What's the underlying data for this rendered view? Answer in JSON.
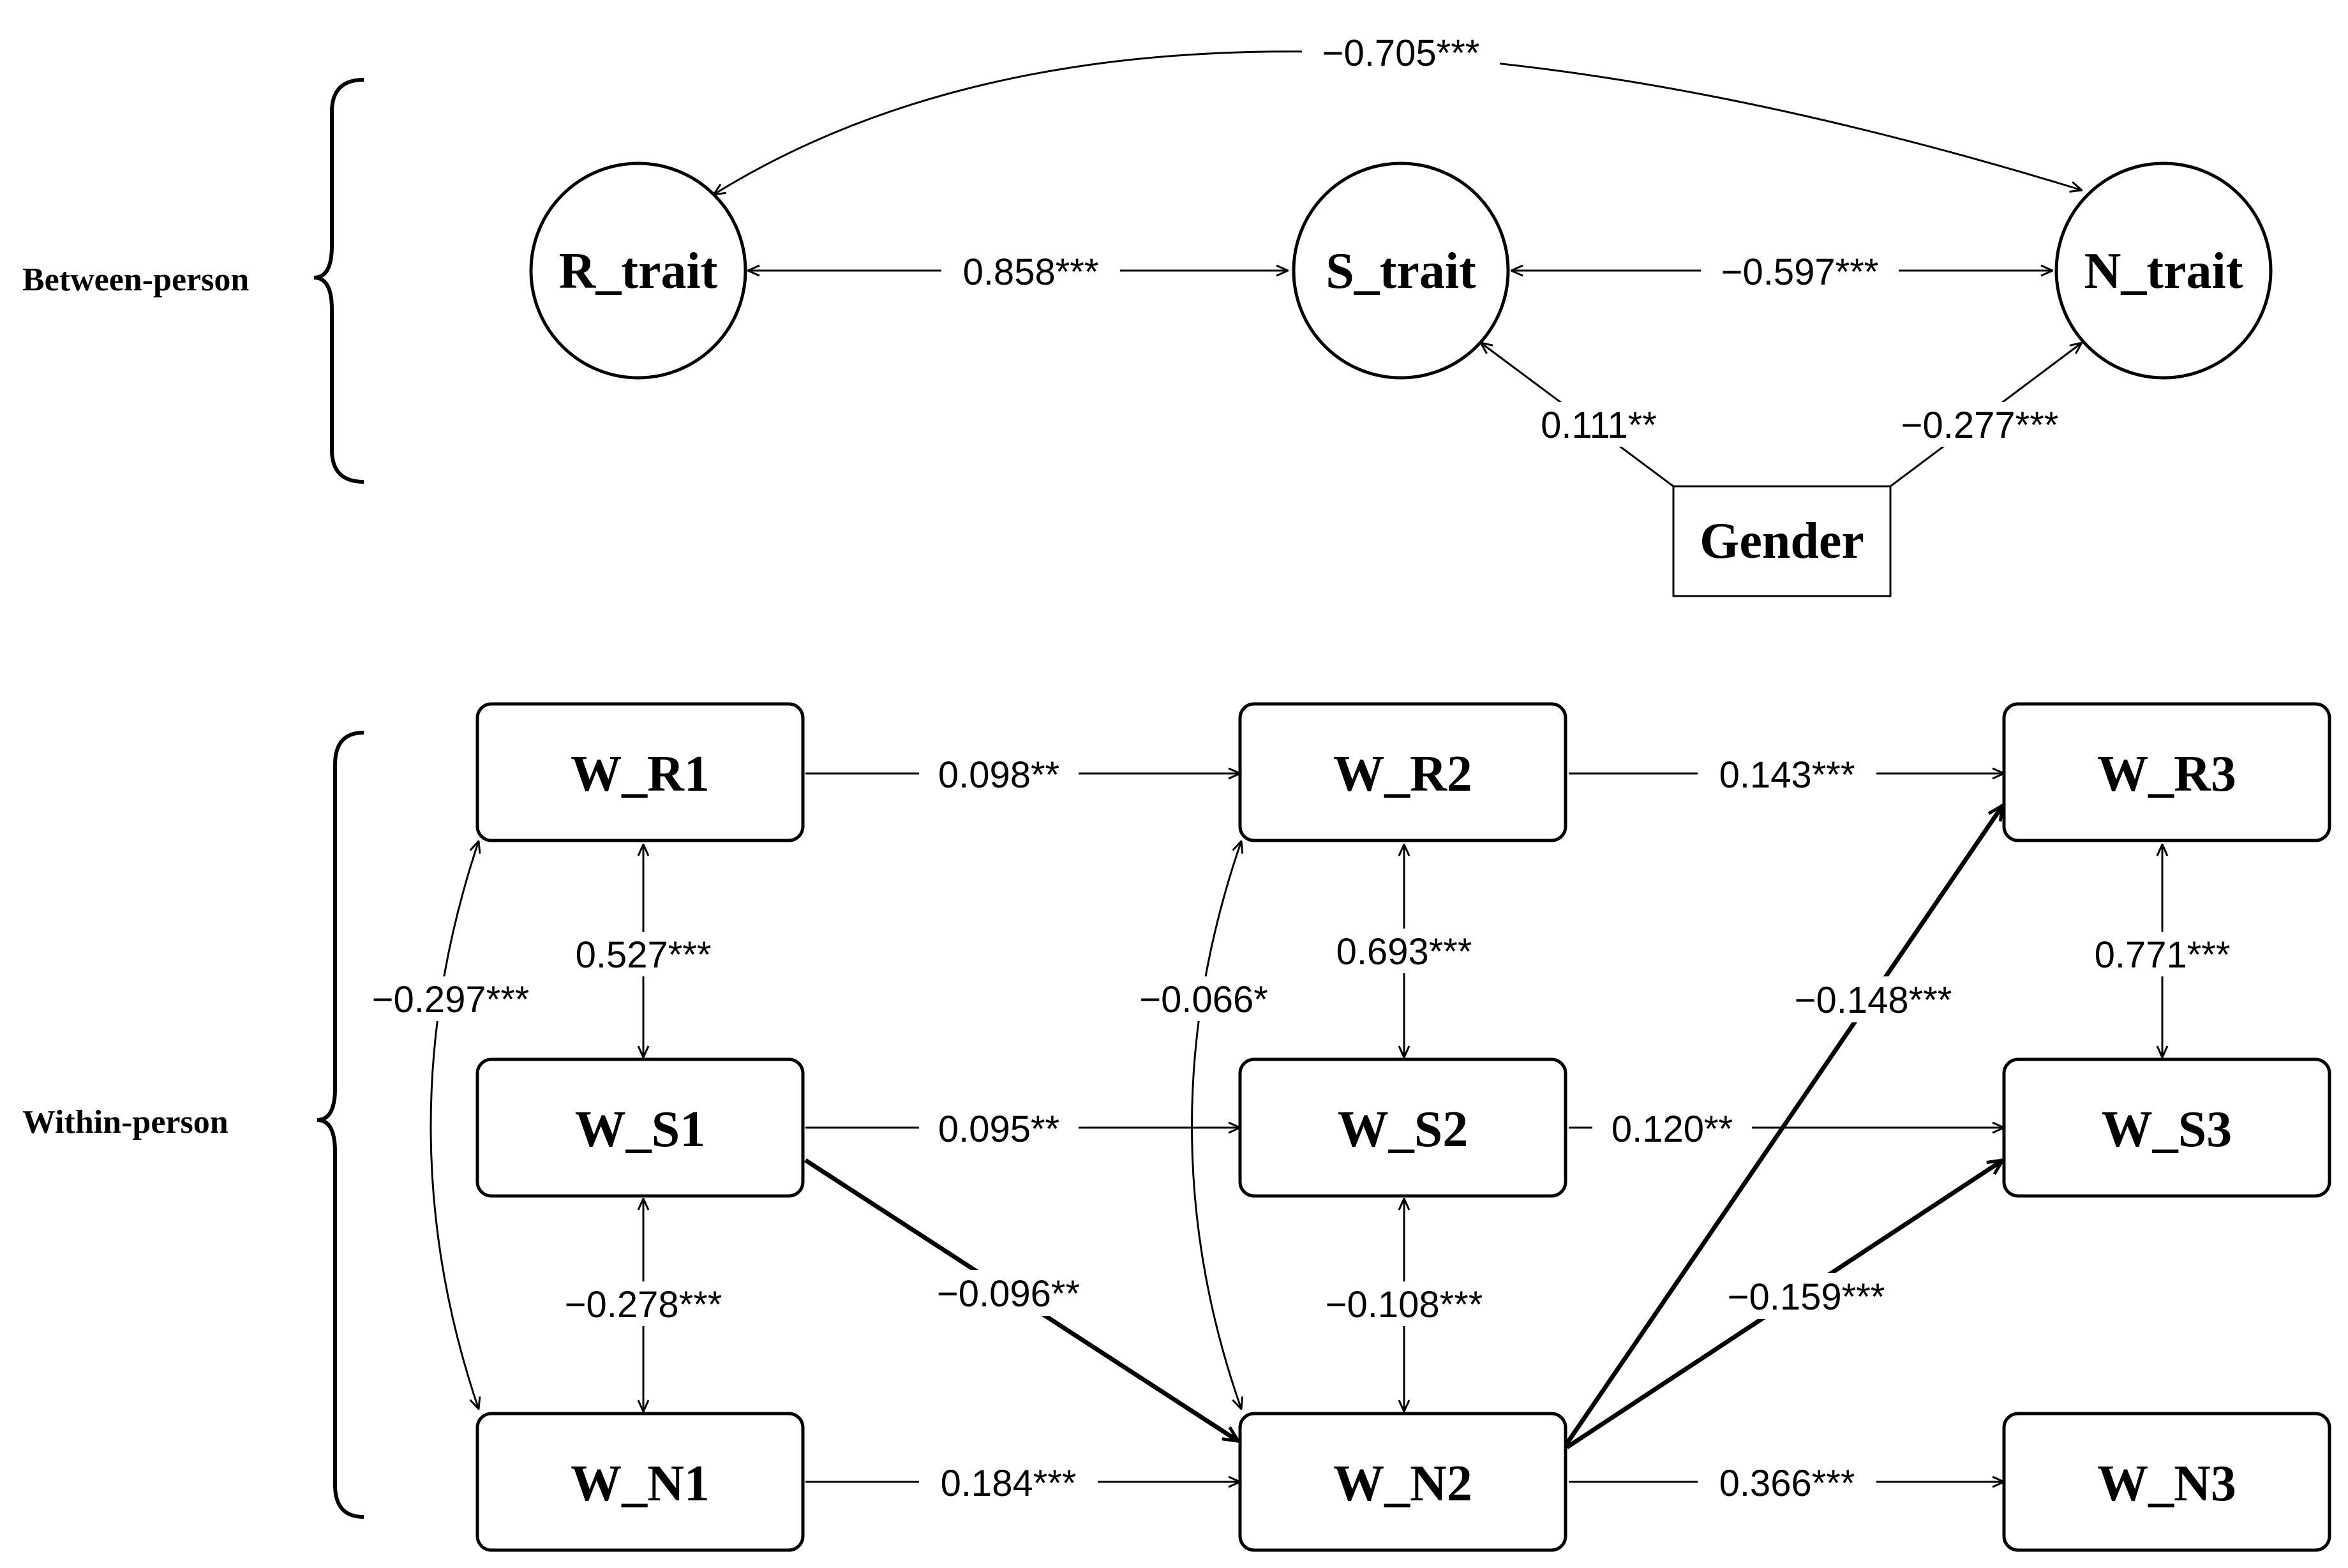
{
  "sections": {
    "between": "Between-person",
    "within": "Within-person"
  },
  "nodes": {
    "r_trait": "R_trait",
    "s_trait": "S_trait",
    "n_trait": "N_trait",
    "gender": "Gender",
    "w_r1": "W_R1",
    "w_r2": "W_R2",
    "w_r3": "W_R3",
    "w_s1": "W_S1",
    "w_s2": "W_S2",
    "w_s3": "W_S3",
    "w_n1": "W_N1",
    "w_n2": "W_N2",
    "w_n3": "W_N3"
  },
  "edges": {
    "r_trait_n_trait": "−0.705***",
    "r_trait_s_trait": "0.858***",
    "s_trait_n_trait": "−0.597***",
    "gender_s_trait": "0.111**",
    "gender_n_trait": "−0.277***",
    "w_r1_w_r2": "0.098**",
    "w_r2_w_r3": "0.143***",
    "w_s1_w_s2": "0.095**",
    "w_s2_w_s3": "0.120**",
    "w_n1_w_n2": "0.184***",
    "w_n2_w_n3": "0.366***",
    "w_r1_w_s1": "0.527***",
    "w_s1_w_n1": "−0.278***",
    "w_r1_w_n1": "−0.297***",
    "w_r2_w_s2": "0.693***",
    "w_s2_w_n2": "−0.108***",
    "w_r2_w_n2": "−0.066*",
    "w_r3_w_s3": "0.771***",
    "w_s1_w_n2": "−0.096**",
    "w_n2_w_r3": "−0.148***",
    "w_n2_w_s3": "−0.159***"
  }
}
